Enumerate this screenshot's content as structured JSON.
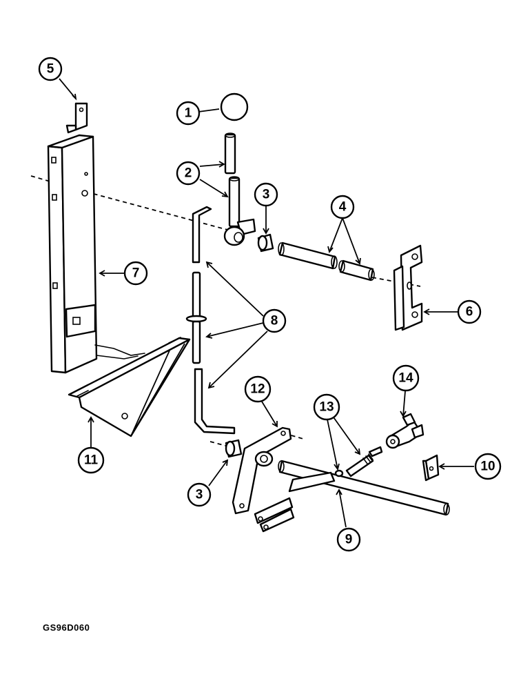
{
  "diagram": {
    "figure_id": "GS96D060",
    "callouts": [
      {
        "id": "c1",
        "label": "1"
      },
      {
        "id": "c2",
        "label": "2"
      },
      {
        "id": "c3a",
        "label": "3"
      },
      {
        "id": "c3b",
        "label": "3"
      },
      {
        "id": "c4",
        "label": "4"
      },
      {
        "id": "c5",
        "label": "5"
      },
      {
        "id": "c6",
        "label": "6"
      },
      {
        "id": "c7",
        "label": "7"
      },
      {
        "id": "c8",
        "label": "8"
      },
      {
        "id": "c9",
        "label": "9"
      },
      {
        "id": "c10",
        "label": "10"
      },
      {
        "id": "c11",
        "label": "11"
      },
      {
        "id": "c12",
        "label": "12"
      },
      {
        "id": "c13",
        "label": "13"
      },
      {
        "id": "c14",
        "label": "14"
      }
    ]
  }
}
